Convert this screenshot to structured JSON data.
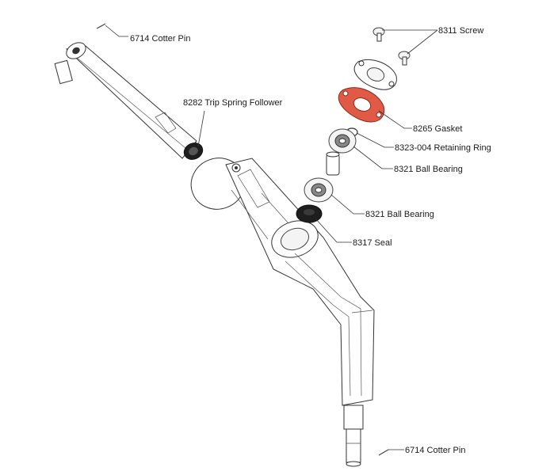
{
  "labels": {
    "cotter_pin_top": "6714 Cotter Pin",
    "screw": "8311 Screw",
    "trip_spring_follower": "8282 Trip Spring Follower",
    "gasket": "8265 Gasket",
    "retaining_ring": "8323-004 Retaining Ring",
    "ball_bearing_upper": "8321 Ball Bearing",
    "ball_bearing_lower": "8321 Ball Bearing",
    "seal": "8317 Seal",
    "cotter_pin_bottom": "6714 Cotter Pin"
  },
  "colors": {
    "gasket": "#e05a45",
    "seal": "#1e1e1e",
    "line": "#333333"
  }
}
